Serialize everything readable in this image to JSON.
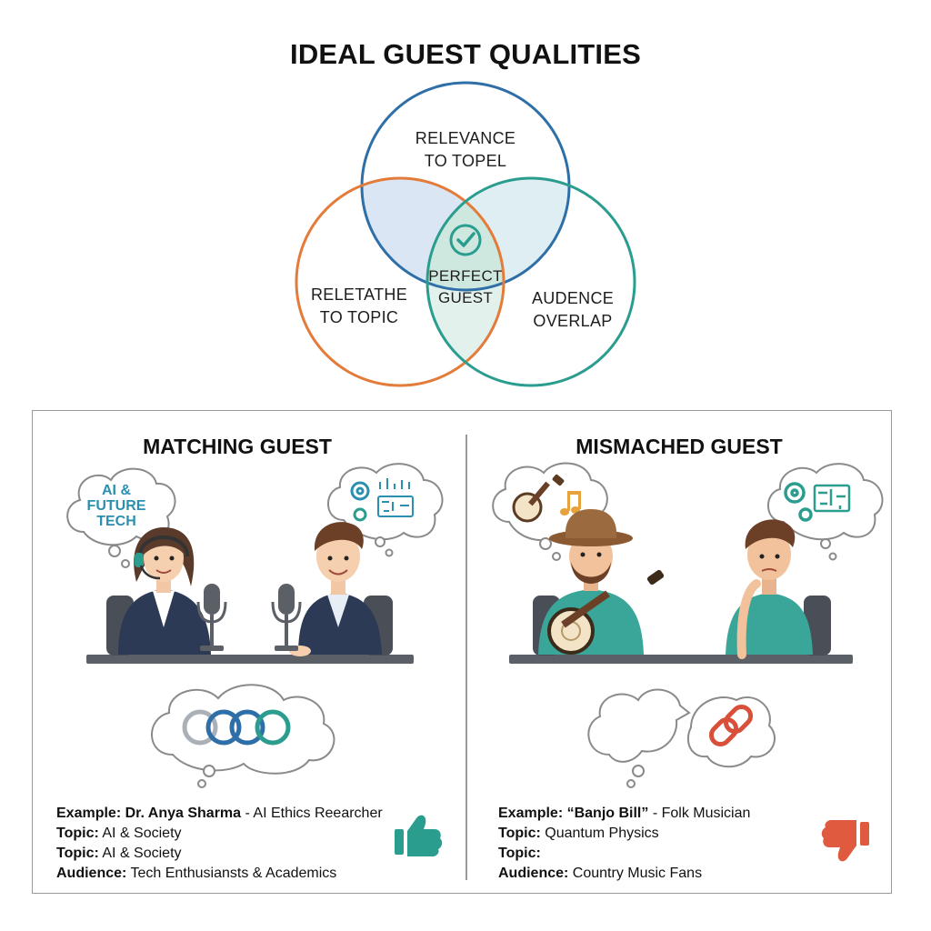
{
  "title": "IDEAL GUEST QUALITIES",
  "venn": {
    "top": "RELEVANCE\nTO TOPEL",
    "left": "RELETATHE\nTO TOPIC",
    "right": "AUDENCE\nOVERLAP",
    "center": "PERFECT\nGUEST",
    "colors": {
      "top": "#2f6fa8",
      "left": "#e37b3a",
      "right": "#2a9d8f",
      "check": "#2a9d8f"
    }
  },
  "matching": {
    "heading": "MATCHING GUEST",
    "thought": "AI &\nFUTURE\nTECH",
    "example_label": "Example:",
    "example_value_bold": "Dr. Anya Sharma",
    "example_value_rest": " - AI Ethics Reearcher",
    "topic_label": "Topic:",
    "topic_value": "AI & Society",
    "topic2_label": "Topic:",
    "topic2_value": "AI & Society",
    "audience_label": "Audience:",
    "audience_value": "Tech Enthusiansts & Academics",
    "badge": "thumbs-up-icon",
    "badge_color": "#2a9d8f"
  },
  "mismatched": {
    "heading": "MISMACHED GUEST",
    "example_label": "Example:",
    "example_value_bold": "“Banjo Bill”",
    "example_value_rest": " - Folk Musician",
    "topic_label": "Topic:",
    "topic_value": "Quantum Physics",
    "topic2_label": "Topic:",
    "topic2_value": "",
    "audience_label": "Audience:",
    "audience_value": "Country Music Fans",
    "badge": "thumbs-down-icon",
    "badge_color": "#e05a3f"
  }
}
